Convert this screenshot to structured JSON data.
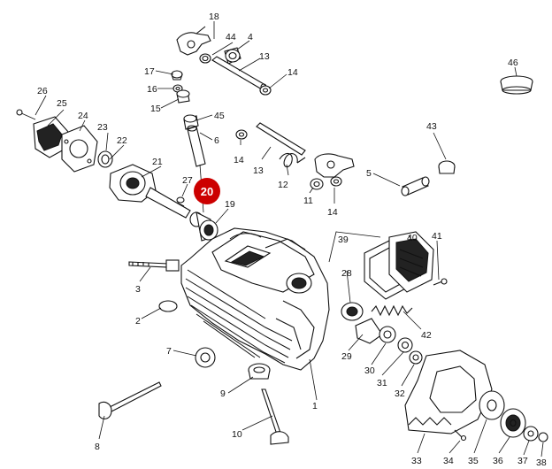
{
  "diagram": {
    "highlight": {
      "label": "20",
      "color": "#cc0000"
    },
    "callouts": [
      {
        "id": "1",
        "label": "1"
      },
      {
        "id": "2",
        "label": "2"
      },
      {
        "id": "3",
        "label": "3"
      },
      {
        "id": "4",
        "label": "4"
      },
      {
        "id": "5",
        "label": "5"
      },
      {
        "id": "6",
        "label": "6"
      },
      {
        "id": "7",
        "label": "7"
      },
      {
        "id": "8",
        "label": "8"
      },
      {
        "id": "9",
        "label": "9"
      },
      {
        "id": "10",
        "label": "10"
      },
      {
        "id": "11",
        "label": "11"
      },
      {
        "id": "12",
        "label": "12"
      },
      {
        "id": "13a",
        "label": "13"
      },
      {
        "id": "13b",
        "label": "13"
      },
      {
        "id": "14a",
        "label": "14"
      },
      {
        "id": "14b",
        "label": "14"
      },
      {
        "id": "14c",
        "label": "14"
      },
      {
        "id": "15",
        "label": "15"
      },
      {
        "id": "16",
        "label": "16"
      },
      {
        "id": "17",
        "label": "17"
      },
      {
        "id": "18",
        "label": "18"
      },
      {
        "id": "19",
        "label": "19"
      },
      {
        "id": "21",
        "label": "21"
      },
      {
        "id": "22",
        "label": "22"
      },
      {
        "id": "23",
        "label": "23"
      },
      {
        "id": "24",
        "label": "24"
      },
      {
        "id": "25",
        "label": "25"
      },
      {
        "id": "26",
        "label": "26"
      },
      {
        "id": "27",
        "label": "27"
      },
      {
        "id": "28",
        "label": "28"
      },
      {
        "id": "29",
        "label": "29"
      },
      {
        "id": "30",
        "label": "30"
      },
      {
        "id": "31",
        "label": "31"
      },
      {
        "id": "32",
        "label": "32"
      },
      {
        "id": "33",
        "label": "33"
      },
      {
        "id": "34",
        "label": "34"
      },
      {
        "id": "35",
        "label": "35"
      },
      {
        "id": "36",
        "label": "36"
      },
      {
        "id": "37",
        "label": "37"
      },
      {
        "id": "38",
        "label": "38"
      },
      {
        "id": "39",
        "label": "39"
      },
      {
        "id": "40",
        "label": "40"
      },
      {
        "id": "41",
        "label": "41"
      },
      {
        "id": "42",
        "label": "42"
      },
      {
        "id": "43",
        "label": "43"
      },
      {
        "id": "44",
        "label": "44"
      },
      {
        "id": "45",
        "label": "45"
      },
      {
        "id": "46",
        "label": "46"
      }
    ]
  }
}
